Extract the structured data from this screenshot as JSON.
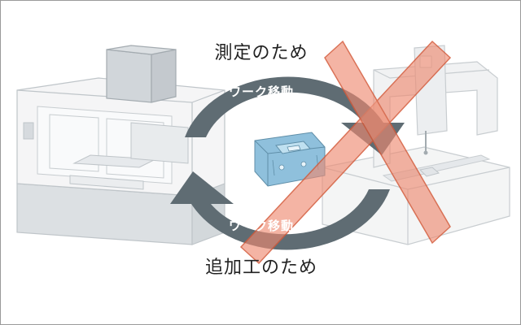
{
  "labels": {
    "top": "測定のため",
    "bottom": "追加工のため"
  },
  "arrows": {
    "top_label": "ワーク移動",
    "bottom_label": "ワーク移動"
  },
  "colors": {
    "arrow": "#5f6c73",
    "cross": "#ee8a70",
    "workpiece": "#8fc0dc",
    "machine_line": "#b9bfc4",
    "machine_fill": "#eef0f2"
  },
  "icons": {
    "left_machine": "machining-center-icon",
    "right_machine": "coordinate-measuring-machine-icon",
    "workpiece": "workpiece-icon",
    "cross": "prohibited-cross-icon"
  }
}
